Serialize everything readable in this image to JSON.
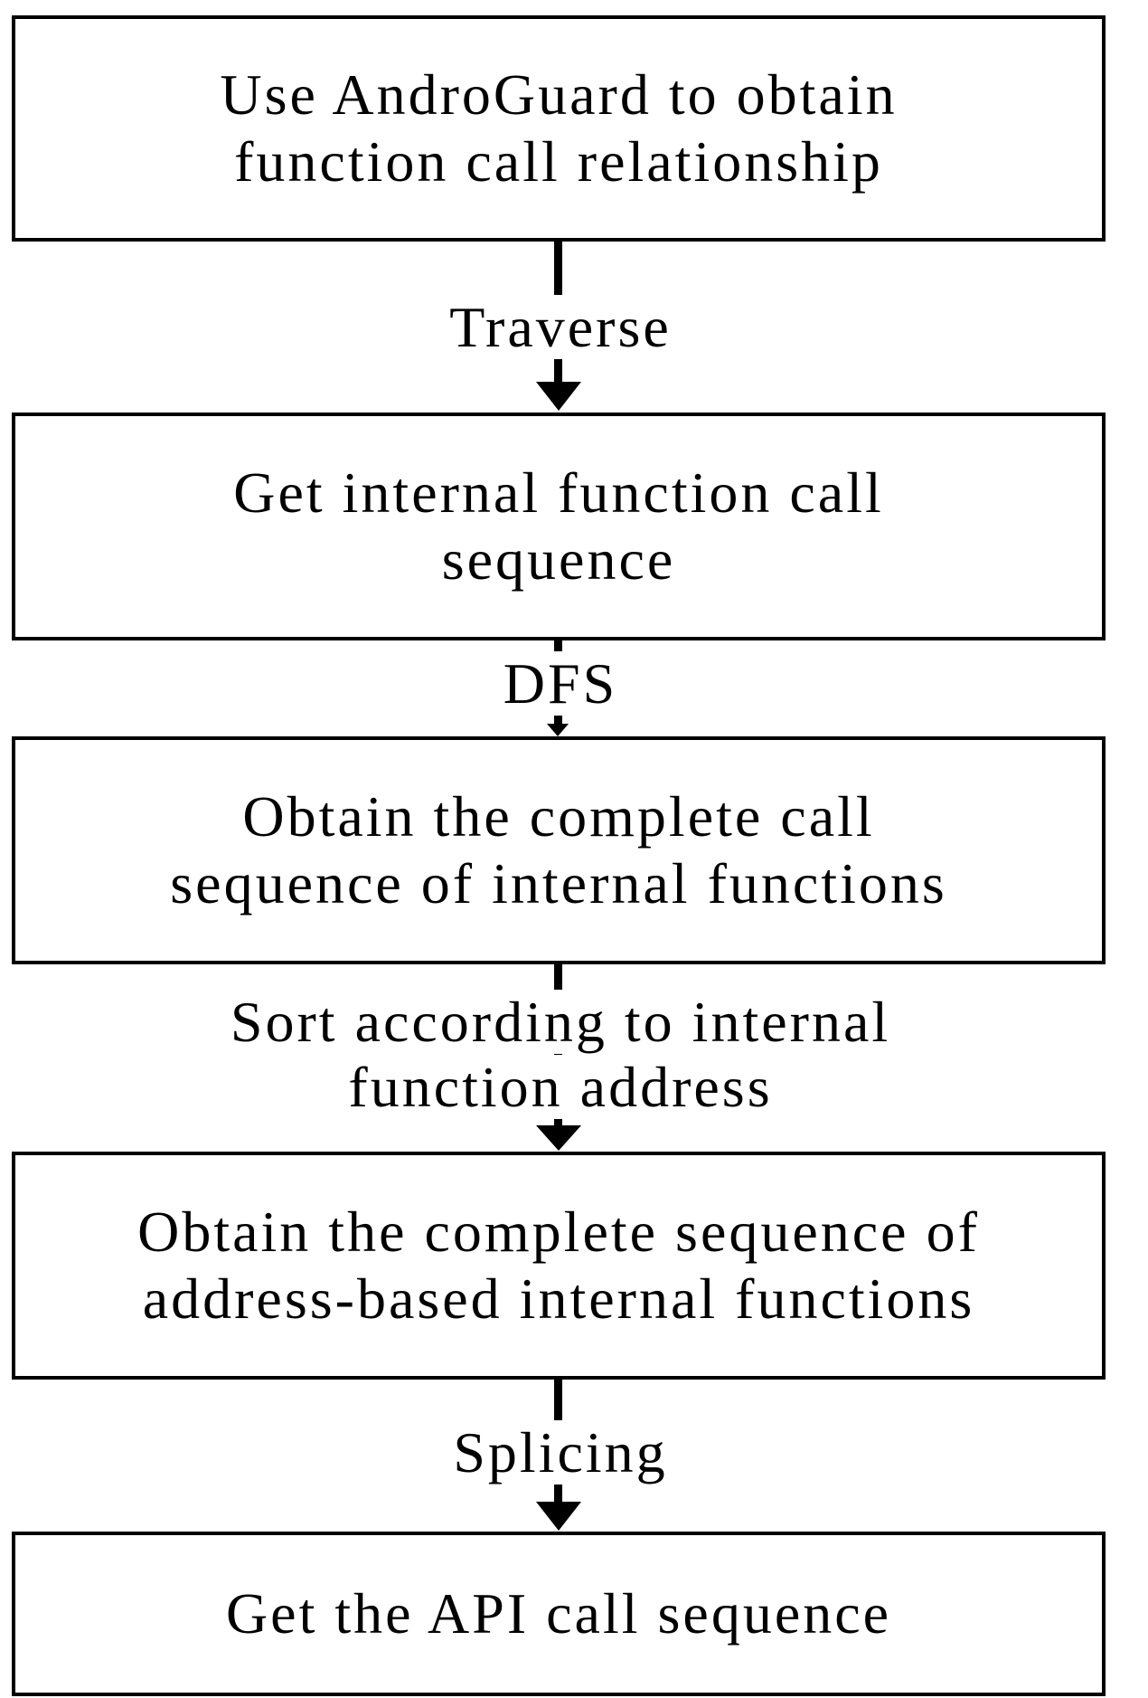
{
  "flowchart": {
    "steps": [
      {
        "lines": [
          "Use AndroGuard to obtain",
          "function call relationship"
        ]
      },
      {
        "lines": [
          "Get internal function call",
          "sequence"
        ]
      },
      {
        "lines": [
          "Obtain the complete call",
          "sequence of internal functions"
        ]
      },
      {
        "lines": [
          "Obtain the complete sequence of",
          "address-based internal functions"
        ]
      },
      {
        "lines": [
          "Get the API call sequence"
        ]
      }
    ],
    "transitions": [
      {
        "lines": [
          "Traverse"
        ]
      },
      {
        "lines": [
          "DFS"
        ]
      },
      {
        "lines": [
          "Sort according to internal",
          "function address"
        ]
      },
      {
        "lines": [
          "Splicing"
        ]
      }
    ]
  }
}
